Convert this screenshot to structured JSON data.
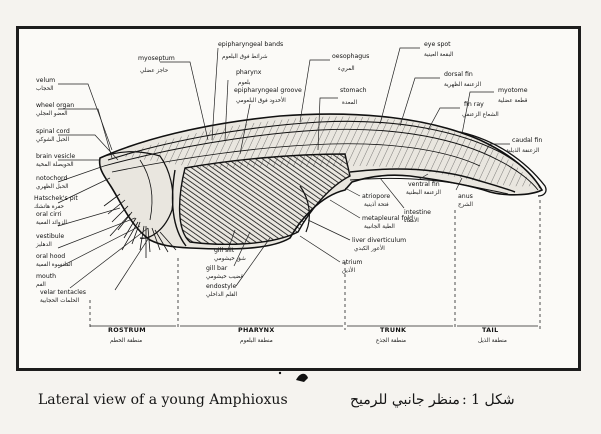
{
  "labels": {
    "velum": "velum",
    "velum_ar": "الحجاب",
    "wheel_organ": "wheel organ",
    "wheel_organ_ar": "العضو العجلي",
    "spinal_cord": "spinal cord",
    "spinal_cord_ar": "الحبل الشوكي",
    "brain_vesicle": "brain vesicle",
    "brain_vesicle_ar": "الحويصلة المخية",
    "notochord": "notochord",
    "notochord_ar": "الحبل الظهري",
    "hatscheks_pit": "Hatschek's pit",
    "hatscheks_pit_ar": "حفرة هاتشك",
    "oral_cirri": "oral cirri",
    "oral_cirri_ar": "الزوائد الفمية",
    "vestibule": "vestibule",
    "vestibule_ar": "الدهليز",
    "oral_hood": "oral hood",
    "oral_hood_ar": "القلنسوة الفمية",
    "mouth": "mouth",
    "mouth_ar": "الفم",
    "velar_tentacles": "velar tentacles",
    "velar_tentacles_ar": "الحلمات الحجابية",
    "myoseptum": "myoseptum",
    "myoseptum_ar": "حاجز عضلي",
    "epipharyngeal_bands": "epipharyngeal bands",
    "epipharyngeal_bands_ar": "شرائط فوق البلعوم",
    "pharynx": "pharynx",
    "pharynx_ar": "بلعوم",
    "epipharyngeal_groove": "epipharyngeal groove",
    "epipharyngeal_groove_ar": "الأخدود فوق البلعومي",
    "oesophagus": "oesophagus",
    "oesophagus_ar": "المريء",
    "stomach": "stomach",
    "stomach_ar": "المعدة",
    "eye_spot": "eye spot",
    "eye_spot_ar": "البقعة العينية",
    "dorsal_fin": "dorsal fin",
    "dorsal_fin_ar": "الزعنفة الظهرية",
    "fin_ray": "fin ray",
    "fin_ray_ar": "الشعاع الزعنفي",
    "myotome": "myotome",
    "myotome_ar": "قطعة عضلية",
    "caudal_fin": "caudal fin",
    "caudal_fin_ar": "الزعنفة الذيلية",
    "anus": "anus",
    "anus_ar": "الشرج",
    "ventral_fin": "ventral fin",
    "ventral_fin_ar": "الزعنفة البطنية",
    "intestine": "intestine",
    "intestine_ar": "الأمعاء",
    "atriopore": "atriopore",
    "atriopore_ar": "فتحة أذينية",
    "metapleural_fold": "metapleural fold",
    "metapleural_fold_ar": "الطية الجانبية",
    "liver_diverticulum": "liver diverticulum",
    "liver_diverticulum_ar": "الأعور الكبدي",
    "atrium": "atrium",
    "atrium_ar": "الأذين",
    "gill_slit": "gill slit",
    "gill_slit_ar": "شق خيشومي",
    "gill_bar": "gill bar",
    "gill_bar_ar": "قضيب خيشومي",
    "endostyle": "endostyle",
    "endostyle_ar": "القلم الداخلي"
  },
  "regions": {
    "rostrum": "ROSTRUM",
    "rostrum_ar": "منطقة الخطم",
    "pharynx": "PHARYNX",
    "pharynx_ar": "منطقة البلعوم",
    "trunk": "TRUNK",
    "trunk_ar": "منطقة الجذع",
    "tail": "TAIL",
    "tail_ar": "منطقة الذيل"
  },
  "caption": {
    "english": "Lateral view of a young Amphioxus",
    "arabic": "منظر جانبي للرميح",
    "figure": "شكل 1 :"
  },
  "colors": {
    "ink": "#1a1a1a",
    "paper": "#fbfaf7"
  }
}
